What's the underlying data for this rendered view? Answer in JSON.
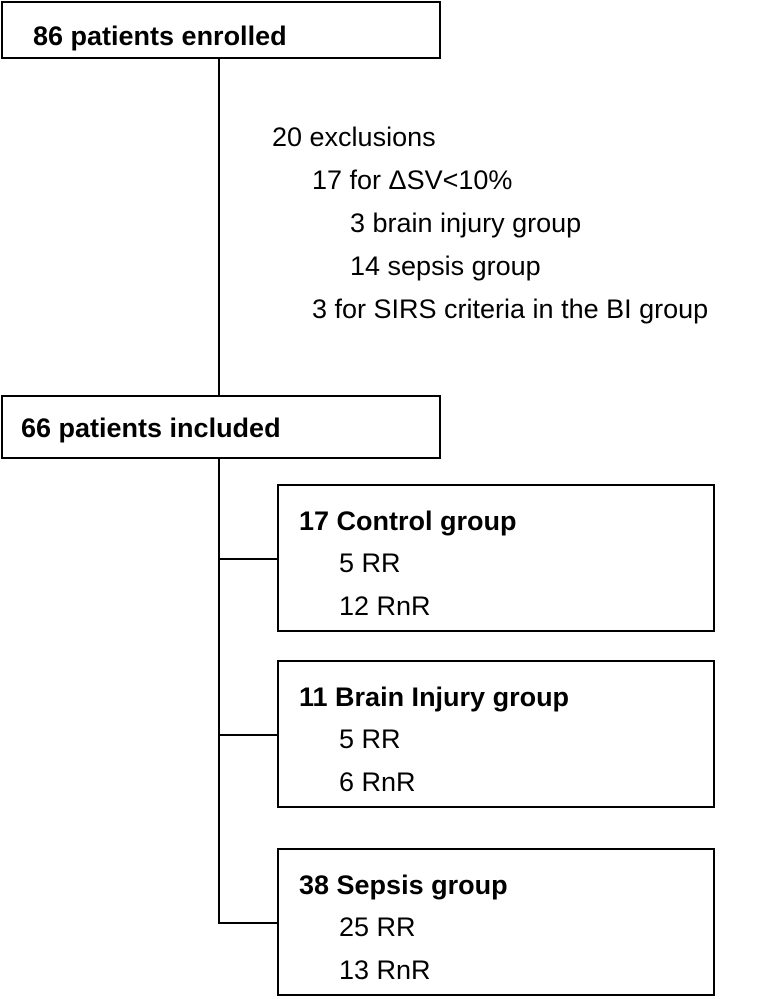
{
  "enrolled": {
    "label": "86 patients enrolled"
  },
  "exclusions": {
    "title": "20 exclusions",
    "items": [
      "17 for ΔSV<10%",
      "3 brain injury group",
      "14 sepsis group",
      "3 for SIRS criteria in the BI group"
    ]
  },
  "included": {
    "label": "66 patients included"
  },
  "groups": [
    {
      "title": "17 Control group",
      "lines": [
        "5 RR",
        "12 RnR"
      ]
    },
    {
      "title": "11 Brain Injury group",
      "lines": [
        "5 RR",
        "6 RnR"
      ]
    },
    {
      "title": "38 Sepsis group",
      "lines": [
        "25 RR",
        "13 RnR"
      ]
    }
  ]
}
